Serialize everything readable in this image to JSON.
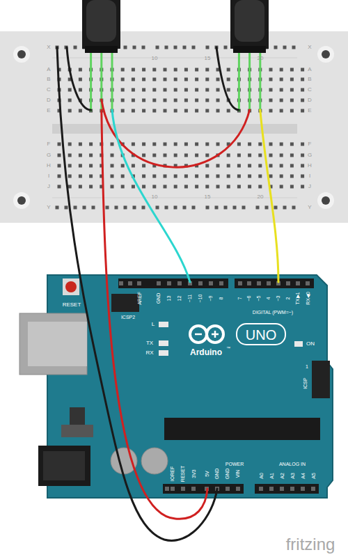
{
  "diagram": {
    "labels": [
      "X",
      "A",
      "B",
      "C",
      "D",
      "E",
      "F",
      "G",
      "H",
      "I",
      "J",
      "Y",
      "X",
      "A",
      "B",
      "C",
      "D",
      "E",
      "F",
      "G",
      "H",
      "I",
      "J",
      "Y",
      "10",
      "15",
      "20",
      "10",
      "15",
      "20",
      "RESET",
      "ICSP2",
      "AREF",
      "GND",
      "13",
      "12",
      "~11",
      "~10",
      "~9",
      "8",
      "7",
      "~6",
      "~5",
      "4",
      "~3",
      "2",
      "TX▶1",
      "RX◀0",
      "DIGITAL (PWM=~)",
      "L",
      "TX",
      "RX",
      "Arduino",
      "™",
      "UNO",
      "ON",
      "ICSP",
      "1",
      "IOREF",
      "RESET",
      "3V3",
      "5V",
      "GND",
      "GND",
      "VIN",
      "POWER",
      "A0",
      "A1",
      "A2",
      "A3",
      "A4",
      "A5",
      "ANALOG IN",
      "fritzing"
    ]
  }
}
